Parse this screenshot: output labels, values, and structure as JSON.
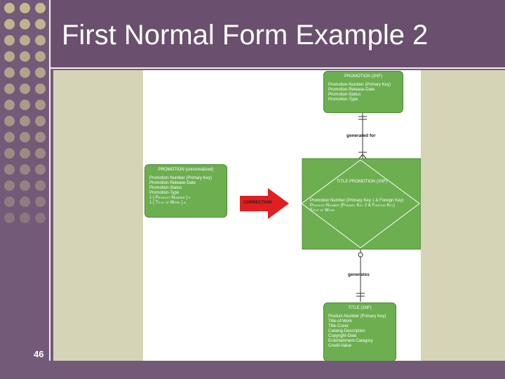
{
  "slide": {
    "title": "First Normal Form Example 2",
    "number": "46"
  },
  "diagram": {
    "promotion_1nf": {
      "title": "PROMOTION (1NF)",
      "fields": [
        "Promotion-Number (Primary Key)",
        "Promotion-Release-Date",
        "Promotion-Status",
        "Promotion-Type"
      ]
    },
    "relation_top": "generated for",
    "promotion_unnormalized": {
      "title": "PROMOTION (unnormalized)",
      "fields": [
        "Promotion-Number (Primary Key)",
        "Promotion-Release-Date",
        "Promotion-Status",
        "Promotion-Type",
        "1 { Product-Number } n",
        "1 { Title of Work } n"
      ]
    },
    "arrow_label": "CORRECTION",
    "title_promotion_1nf": {
      "title": "TITLE PROMOTION (1NF)",
      "fields": [
        "Promotion Number (Primary Key 1 & Foreign Key)",
        "Product-Number (Primary Key 2 & Foreign Key)",
        "Title of Work"
      ]
    },
    "relation_bottom": "generates",
    "title_1nf": {
      "title": "TITLE (1NF)",
      "fields": [
        "Product-Number (Primary Key)",
        "Title-of-Work",
        "Title-Cover",
        "Catalog-Description",
        "Copyright-Date",
        "Entertainment-Category",
        "Credit-Value"
      ]
    }
  },
  "colors": {
    "entity_fill": "#6cae50",
    "arrow_fill": "#e02020",
    "background": "#735a78",
    "content_panel": "#d6d4b6"
  }
}
